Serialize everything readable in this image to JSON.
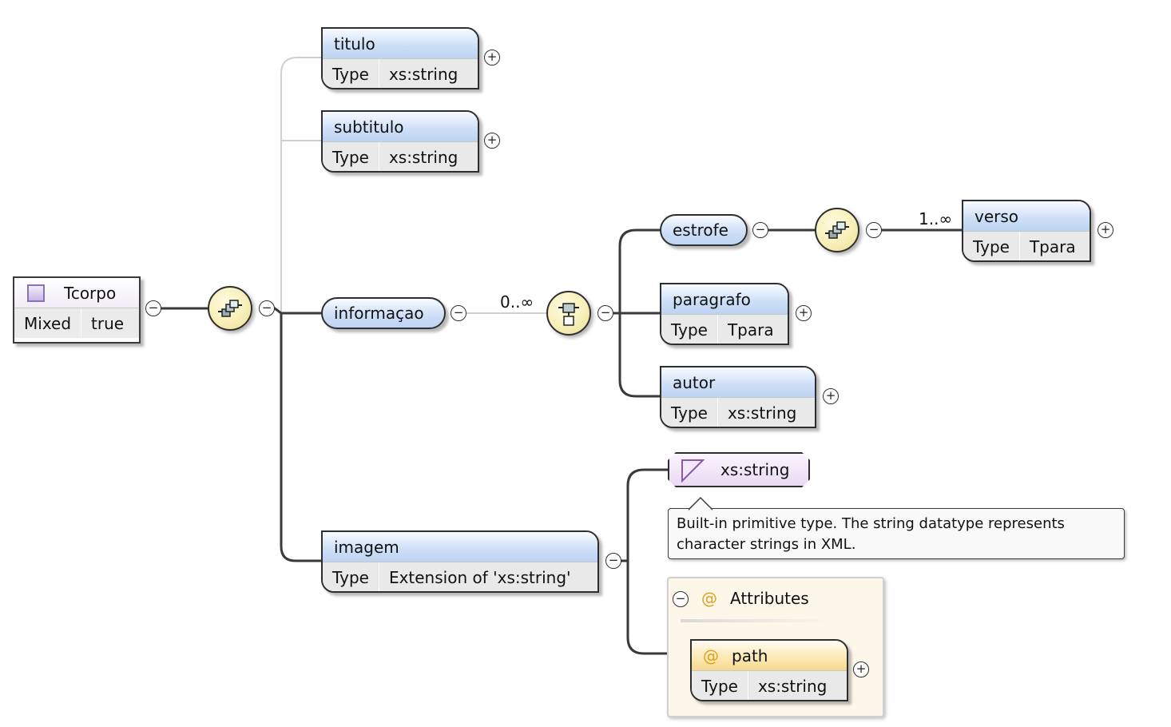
{
  "root": {
    "name": "Tcorpo",
    "row": {
      "key": "Mixed",
      "value": "true"
    }
  },
  "elements": {
    "titulo": {
      "name": "titulo",
      "type_label": "Type",
      "type": "xs:string"
    },
    "subtitulo": {
      "name": "subtitulo",
      "type_label": "Type",
      "type": "xs:string"
    },
    "informacao": {
      "name": "informaçao",
      "cardinality": "0..∞"
    },
    "estrofe": {
      "name": "estrofe"
    },
    "verso": {
      "name": "verso",
      "type_label": "Type",
      "type": "Tpara",
      "cardinality": "1..∞"
    },
    "paragrafo": {
      "name": "paragrafo",
      "type_label": "Type",
      "type": "Tpara"
    },
    "autor": {
      "name": "autor",
      "type_label": "Type",
      "type": "xs:string"
    },
    "imagem": {
      "name": "imagem",
      "type_label": "Type",
      "type": "Extension of 'xs:string'"
    }
  },
  "simple_type": {
    "name": "xs:string",
    "tooltip": "Built-in primitive type. The string datatype represents character strings in XML."
  },
  "attributes": {
    "title": "Attributes",
    "path": {
      "name": "path",
      "type_label": "Type",
      "type": "xs:string"
    }
  },
  "icons": {
    "expand": "+",
    "collapse": "−",
    "attribute": "@"
  },
  "colors": {
    "element_header": "#cfe0f7",
    "compositor": "#f7eeb5",
    "simple_type": "#e9d9f3",
    "attribute_header": "#fbe7b1"
  }
}
